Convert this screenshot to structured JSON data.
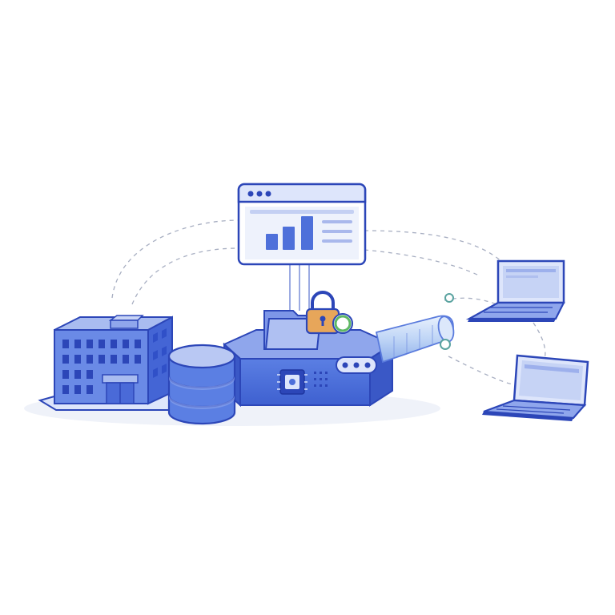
{
  "illustration": {
    "kind": "network security concept",
    "elements": [
      "office-building",
      "database",
      "central-server",
      "dashboard-window",
      "padlock",
      "lock-badge",
      "secure-tunnel",
      "laptop-top",
      "laptop-bottom"
    ],
    "colors": {
      "primary": "#3F63D6",
      "primary_light": "#8FA6EC",
      "primary_pale": "#DDE5FB",
      "outline": "#2C46B8",
      "lock_body": "#E7A65A",
      "lock_green": "#5FB865",
      "connector": "#9AA3B8"
    }
  }
}
